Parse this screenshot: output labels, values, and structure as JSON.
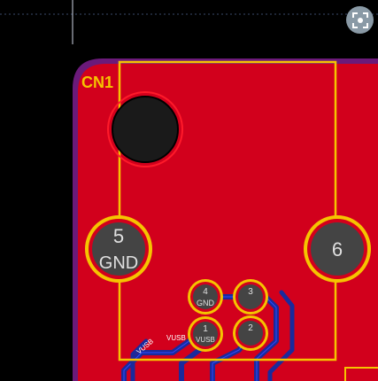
{
  "app": {
    "view": "PCB layout canvas",
    "layer_colors": {
      "background": "#000000",
      "board_outline": "#6b1a7a",
      "copper_fill": "#d2001c",
      "copper_fill_edge": "#ff1a2a",
      "silkscreen": "#f5c400",
      "pad_ring": "#f5c400",
      "drill": "#444444",
      "hole": "#1a1a1a",
      "trace": "#1a2a9c",
      "net_label": "#ffffff"
    }
  },
  "component": {
    "reference": "CN1",
    "pads": [
      {
        "number": "5",
        "net": "GND"
      },
      {
        "number": "6",
        "net": ""
      },
      {
        "number": "4",
        "net": "GND"
      },
      {
        "number": "3",
        "net": ""
      },
      {
        "number": "1",
        "net": "VUSB"
      },
      {
        "number": "2",
        "net": ""
      }
    ]
  },
  "traces": [
    {
      "net": "VUSB"
    },
    {
      "net": "VUSB"
    }
  ],
  "toolbar": {
    "focus_button_icon": "focus-capture-icon"
  }
}
